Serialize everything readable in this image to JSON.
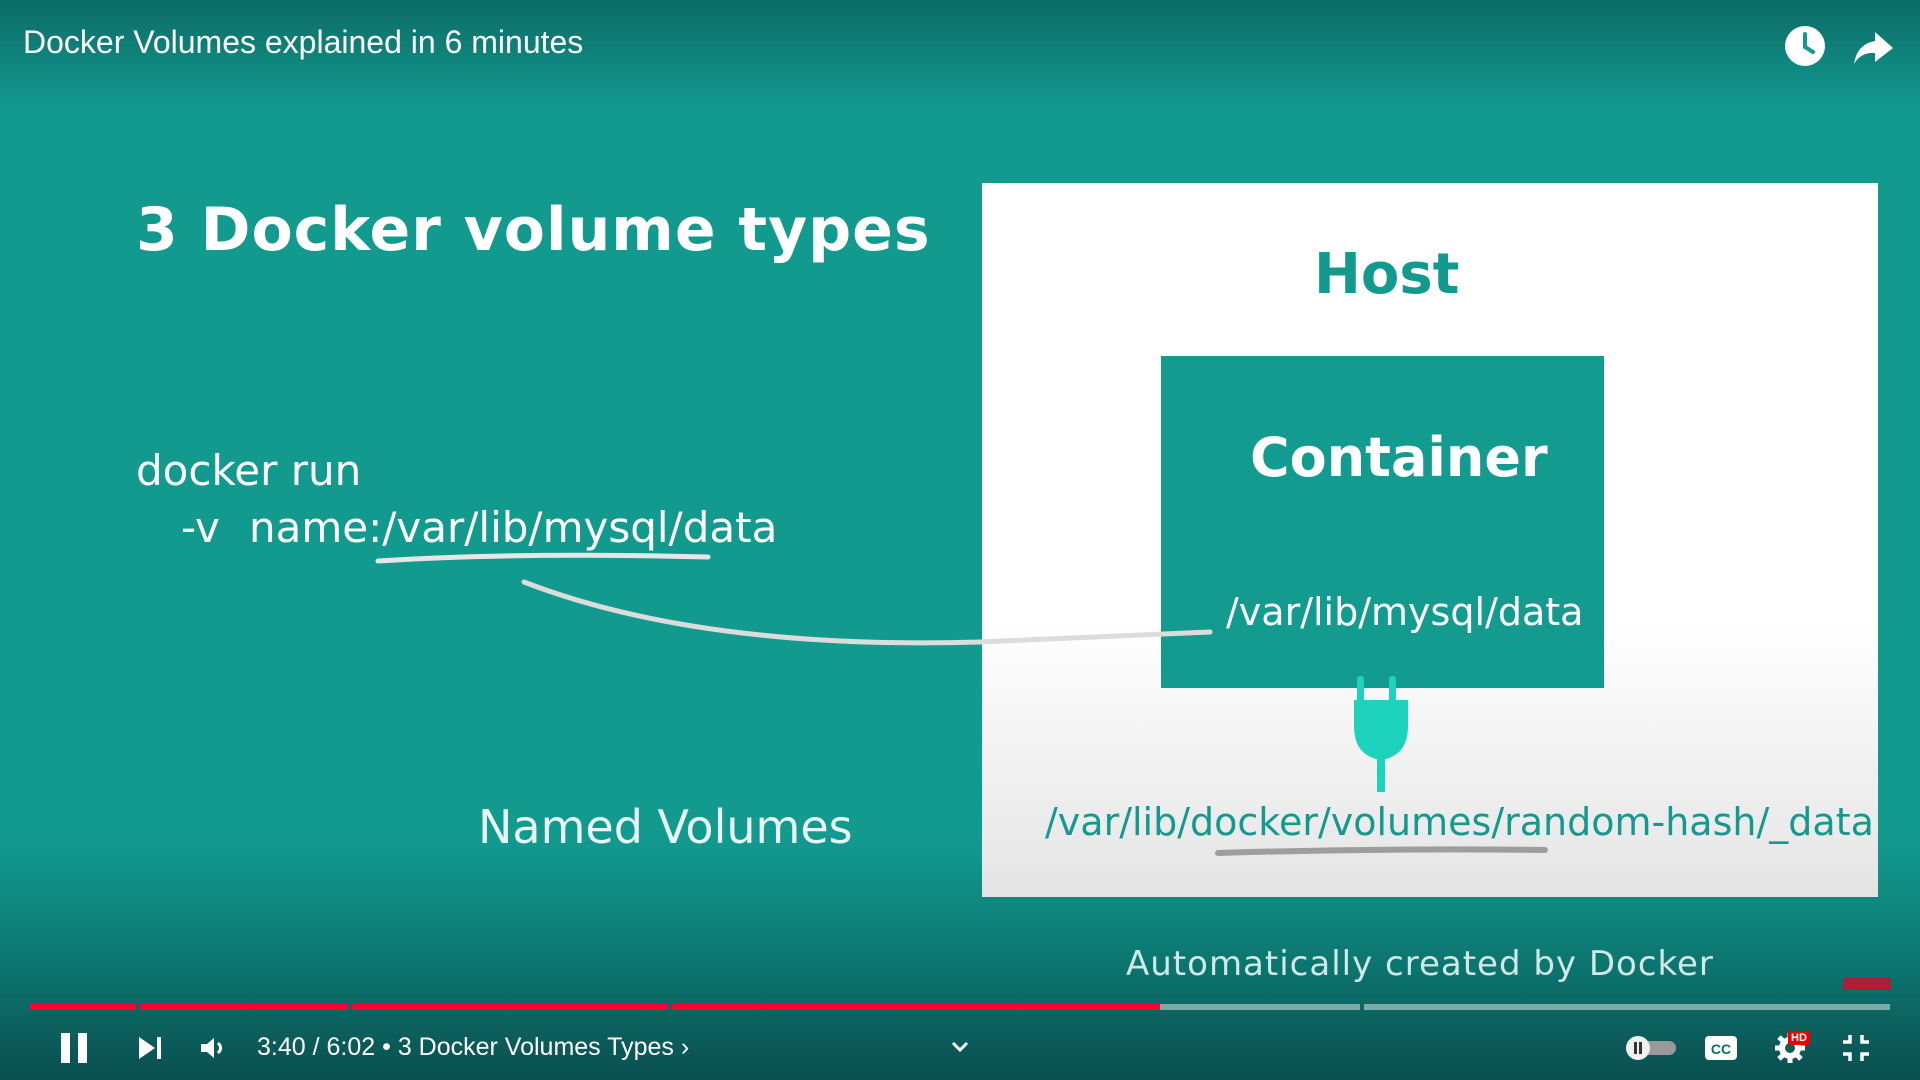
{
  "player": {
    "title": "Docker Volumes explained in 6 minutes",
    "time": "3:40 / 6:02",
    "chapter": "3 Docker Volumes Types",
    "chapter_separator": " • ",
    "chapter_chevron": "›",
    "progress": {
      "played_fraction": 0.6075
    },
    "hd_badge": "HD",
    "icons": {
      "watch_later": "clock-icon",
      "share": "share-icon",
      "pause": "pause-icon",
      "next": "next-icon",
      "volume": "volume-icon",
      "expand": "chevron-down-icon",
      "autoplay": "autoplay-toggle",
      "captions": "cc-icon",
      "settings": "gear-icon",
      "exit_fullscreen": "exit-fullscreen-icon"
    },
    "accent_color": "#ff0033"
  },
  "slide": {
    "title": "3 Docker volume types",
    "command_line1": "docker run",
    "command_flag": "-v",
    "command_value": "name:/var/lib/mysql/data",
    "volume_type": "Named Volumes",
    "footnote": "Automatically created by Docker",
    "host_label": "Host",
    "container_label": "Container",
    "container_path": "/var/lib/mysql/data",
    "host_path": "/var/lib/docker/volumes/random-hash/_data",
    "colors": {
      "teal": "#129a8f",
      "plug": "#1ed3bd"
    }
  }
}
